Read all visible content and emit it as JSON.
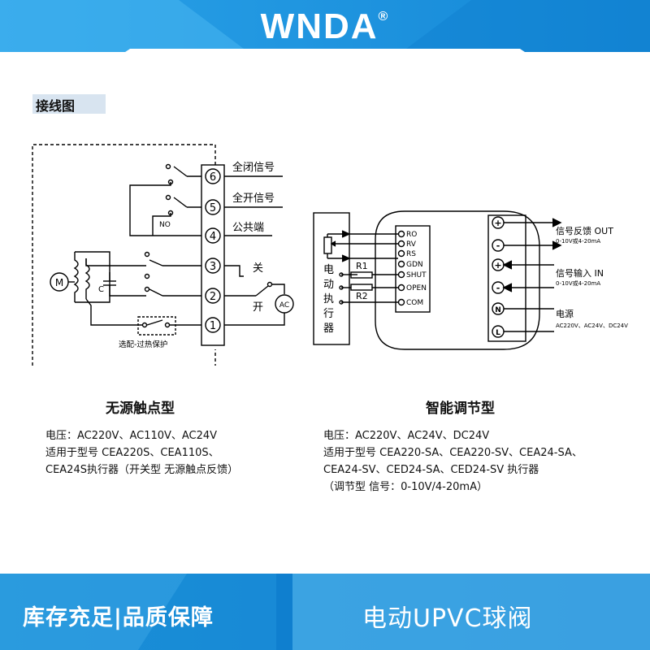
{
  "header": {
    "brand": "WNDA",
    "reg_mark": "®"
  },
  "section": {
    "label": "接线图"
  },
  "passive": {
    "terminals": [
      "6",
      "5",
      "4",
      "3",
      "2",
      "1"
    ],
    "signal_full_close": "全闭信号",
    "signal_full_open": "全开信号",
    "signal_common": "公共端",
    "label_no": "NO",
    "label_close": "关",
    "label_open": "开",
    "label_ac": "AC",
    "label_motor": "M",
    "label_c": "C",
    "label_overheat": "选配-过热保护",
    "title": "无源触点型",
    "spec_lines": [
      "电压：AC220V、AC110V、AC24V",
      "适用于型号 CEA220S、CEA110S、",
      "CEA24S执行器（开关型 无源触点反馈）"
    ]
  },
  "smart": {
    "actuator_label": [
      "电",
      "动",
      "执",
      "行",
      "器"
    ],
    "pins": [
      "RO",
      "RV",
      "RS",
      "GDN",
      "SHUT",
      "OPEN",
      "COM"
    ],
    "r1": "R1",
    "r2": "R2",
    "terminals": [
      "+",
      "-",
      "+",
      "-",
      "N",
      "L"
    ],
    "out_label": "信号反馈 OUT",
    "out_range": "0-10V或4-20mA",
    "in_label": "信号输入 IN",
    "in_range": "0-10V或4-20mA",
    "power_label": "电源",
    "power_range": "AC220V、AC24V、DC24V",
    "title": "智能调节型",
    "spec_lines": [
      "电压：AC220V、AC24V、DC24V",
      "适用于型号 CEA220-SA、CEA220-SV、CEA24-SA、",
      "CEA24-SV、CED24-SA、CED24-SV 执行器",
      "（调节型 信号：0-10V/4-20mA）"
    ]
  },
  "footer": {
    "left_text": "库存充足|品质保障",
    "right_text": "电动UPVC球阀"
  },
  "colors": {
    "brand_blue": "#1a8fd8",
    "light_blue": "#5ab8ec",
    "tag_bg": "#d8e4f0"
  }
}
